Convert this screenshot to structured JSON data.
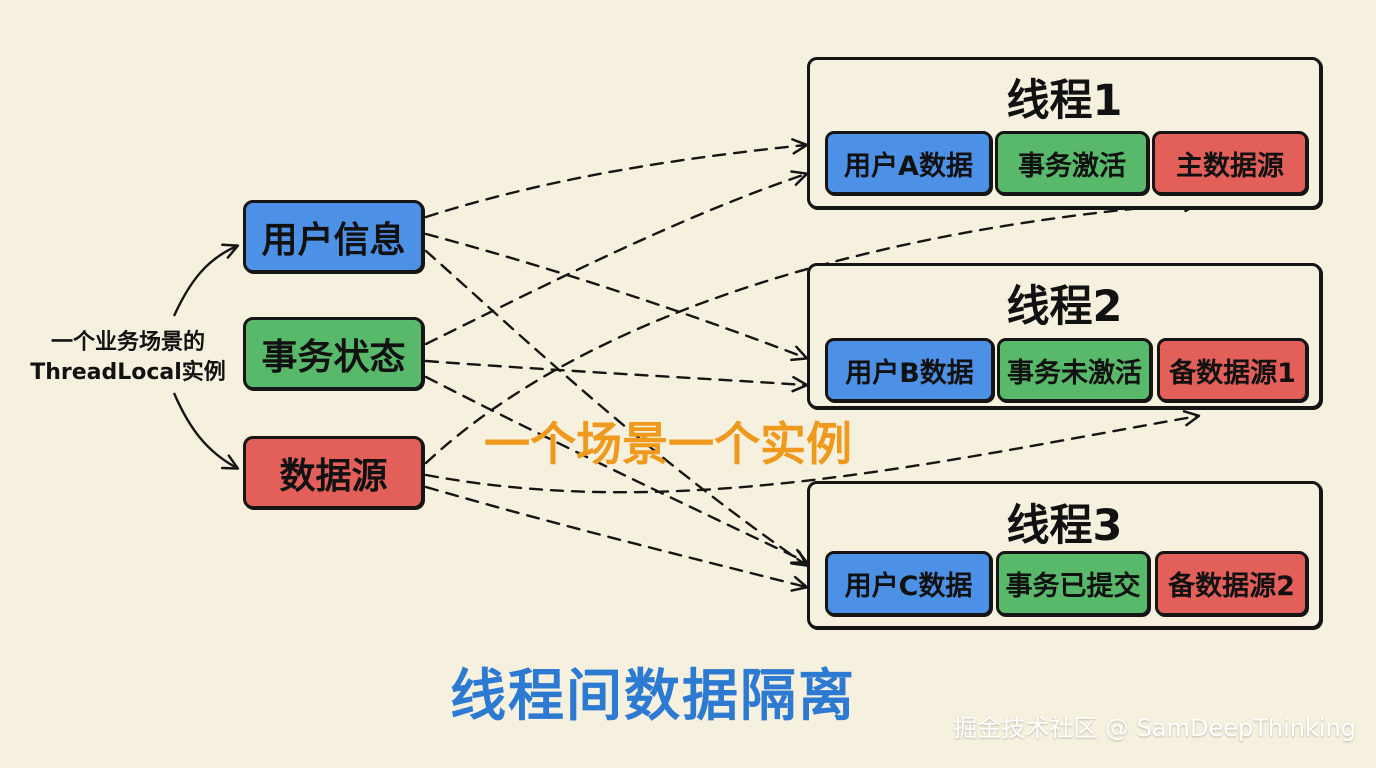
{
  "diagram": {
    "left_label": {
      "line_1": "一个业务场景的",
      "line_2": "ThreadLocal实例"
    },
    "sources": [
      {
        "label": "用户信息",
        "color": "#4d91e6"
      },
      {
        "label": "事务状态",
        "color": "#58b96a"
      },
      {
        "label": "数据源",
        "color": "#e25f5a"
      }
    ],
    "threads": [
      {
        "title": "线程1",
        "cells": [
          "用户A数据",
          "事务激活",
          "主数据源"
        ]
      },
      {
        "title": "线程2",
        "cells": [
          "用户B数据",
          "事务未激活",
          "备数据源1"
        ]
      },
      {
        "title": "线程3",
        "cells": [
          "用户C数据",
          "事务已提交",
          "备数据源2"
        ]
      }
    ],
    "center_caption": "一个场景一个实例",
    "bottom_title": "线程间数据隔离",
    "watermark": "掘金技术社区 @ SamDeepThinking",
    "colors": {
      "background": "#f6f1df",
      "blue": "#4d91e6",
      "green": "#58b96a",
      "red": "#e25f5a",
      "orange_text": "#ef9a1d",
      "title_blue": "#2d7ad2",
      "line": "#151515"
    }
  }
}
